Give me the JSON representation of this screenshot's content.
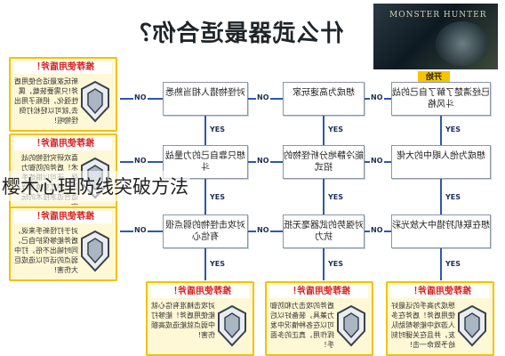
{
  "title": "什么武器最适合你？",
  "banner": {
    "logo": "MONSTER HUNTER"
  },
  "start_label": "开始",
  "decisions": {
    "d1": "已经清楚了解了自己的战斗风格",
    "d2": "想成为他人眼中的大佬",
    "d3": "想在联机狩猎中大放光彩",
    "a1": "想成为高速玩家",
    "a2": "能冷静地分析怪物的招式",
    "a3": "对强势的武器毫无抵抗力",
    "b1": "对怪物猎人相当熟悉",
    "b2": "想只靠自己的力量战斗",
    "b3": "对攻击怪物的弱点很有信心"
  },
  "labels": {
    "no": "NO",
    "yes": "YES"
  },
  "recommend_title": "推荐使用盾斧！",
  "recs": [
    {
      "text": "新玩家最适合使用盾斧!只需要装载，属性强化，把瓶子用出去,就可以轻松打倒怪物啦!"
    },
    {
      "text": "喜欢研究怪物的战术！盾斧的防御力强，还可以锻炼手法，招式变换多样，适合追求技术的玩家。"
    },
    {
      "text": "对于打怪新手来说，盾斧能够保护自己，同时输出不俗，打中弱点的话可以造成巨大伤害!"
    },
    {
      "text": "对攻击精准有信心就能使用盾斧！能够打中弱点就能造成高额伤害!"
    },
    {
      "text": "盾斧的攻击力和防御力兼具，装备好以后可以在各种情况中发挥作用，真正的多面手！"
    },
    {
      "text": "想成为高手的话最好使用盾斧！盾斧在多人游戏中能够帮助队友，并且在关键时刻给予致命一击!"
    }
  ],
  "watermark": "樱木心理防线突破方法"
}
